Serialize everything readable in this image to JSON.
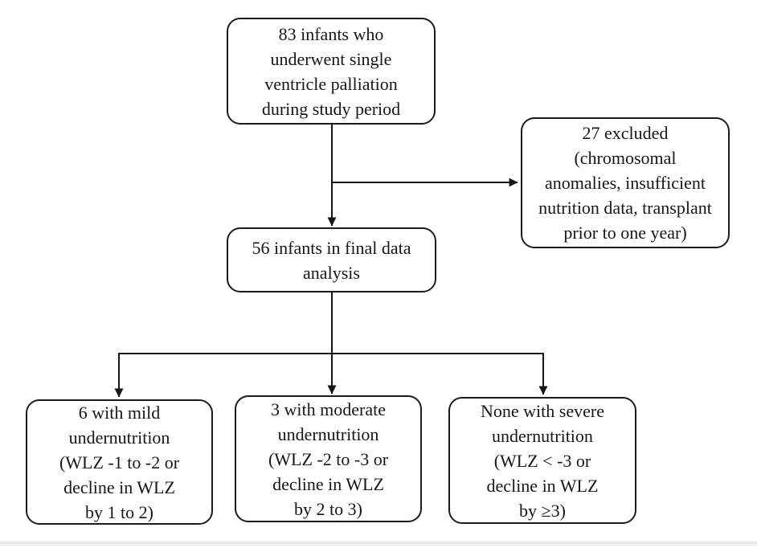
{
  "figure": {
    "type": "flowchart",
    "nodes": {
      "enrolled": {
        "lines": [
          "83 infants who",
          "underwent single",
          "ventricle palliation",
          "during study period"
        ]
      },
      "excluded": {
        "lines": [
          "27 excluded",
          "(chromosomal",
          "anomalies, insufficient",
          "nutrition data, transplant",
          "prior to one year)"
        ]
      },
      "final": {
        "lines": [
          "56 infants in final data",
          "analysis"
        ]
      },
      "mild": {
        "lines": [
          "6 with mild",
          "undernutrition",
          "(WLZ -1 to -2 or",
          "decline in WLZ",
          "by 1 to 2)"
        ]
      },
      "moderate": {
        "lines": [
          "3 with moderate",
          "undernutrition",
          "(WLZ -2 to -3 or",
          "decline in WLZ",
          "by 2 to 3)"
        ]
      },
      "severe": {
        "lines": [
          "None with severe",
          "undernutrition",
          "(WLZ < -3 or",
          "decline in WLZ",
          "by ≥3)"
        ]
      }
    },
    "colors": {
      "line": "#161616",
      "border": "#1c1c1c",
      "background": "#ffffff",
      "bottom_rule": "#ededed"
    }
  }
}
